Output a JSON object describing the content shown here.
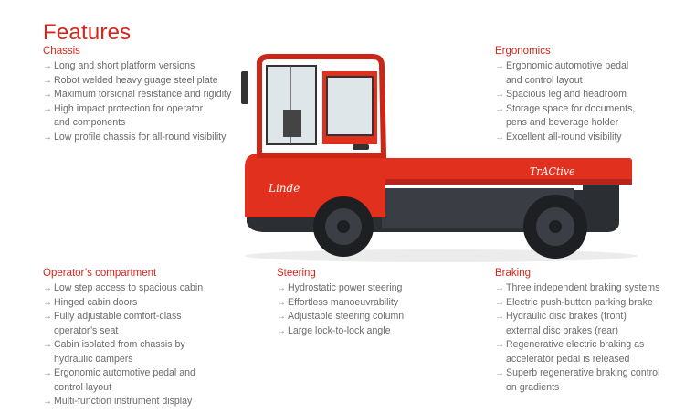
{
  "page": {
    "title": "Features"
  },
  "vehicle": {
    "brand_logo": "Linde",
    "model_badge": "TrACtive"
  },
  "sections": {
    "chassis": {
      "title": "Chassis",
      "items": [
        "Long and short platform versions",
        "Robot welded heavy guage steel plate",
        "Maximum torsional resistance and rigidity",
        "High impact protection for operator",
        "and components",
        "Low profile chassis for all-round visibility"
      ]
    },
    "ergonomics": {
      "title": "Ergonomics",
      "items": [
        "Ergonomic automotive pedal",
        "and control layout",
        "Spacious leg and headroom",
        "Storage space for documents,",
        "pens and beverage holder",
        "Excellent all-round visibility"
      ]
    },
    "operator": {
      "title": "Operator’s compartment",
      "items": [
        "Low step access to spacious cabin",
        "Hinged cabin doors",
        "Fully adjustable comfort-class",
        "operator’s seat",
        "Cabin isolated from chassis by",
        "hydraulic dampers",
        "Ergonomic automotive pedal and",
        "control layout",
        "Multi-function instrument display"
      ]
    },
    "steering": {
      "title": "Steering",
      "items": [
        "Hydrostatic power steering",
        "Effortless manoeuvrability",
        "Adjustable steering column",
        "Large lock-to-lock angle"
      ]
    },
    "braking": {
      "title": "Braking",
      "items": [
        "Three independent braking systems",
        "Electric push-button parking brake",
        "Hydraulic disc brakes (front)",
        "external disc brakes (rear)",
        "Regenerative electric braking as",
        "accelerator pedal is released",
        "Superb regenerative braking control",
        "on gradients"
      ]
    }
  },
  "colors": {
    "accent": "#d8251b",
    "body_red": "#e2301e",
    "text": "#6b6b6b",
    "chassis_dark": "#2b2e33"
  }
}
